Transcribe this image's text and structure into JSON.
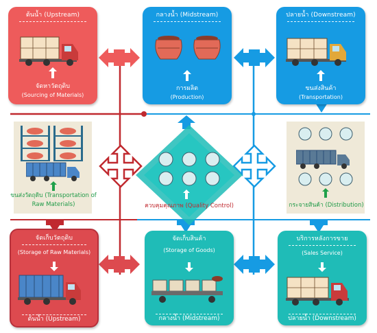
{
  "upstream_top": {
    "header": "ต้นน้ำ (Upstream)",
    "label_th": "จัดหาวัตถุดิบ",
    "label_en": "(Sourcing of Materials)"
  },
  "midstream_top": {
    "header": "กลางน้ำ (Midstream)",
    "label_th": "การผลิต",
    "label_en": "(Production)"
  },
  "downstream_top": {
    "header": "ปลายน้ำ (Downstream)",
    "label_th": "ขนส่งสินค้า",
    "label_en": "(Transportation)"
  },
  "left_side": {
    "label": "ขนส่งวัตถุดิบ (Transportation of Raw Materials)"
  },
  "center": {
    "label": "ควบคุมคุณภาพ (Quality Control)"
  },
  "right_side": {
    "label": "กระจายสินค้า (Distribution)"
  },
  "upstream_bottom": {
    "label_th": "จัดเก็บวัตถุดิบ",
    "label_en": "(Storage of Raw Materials)",
    "footer": "ต้นน้ำ (Upstream)"
  },
  "midstream_bottom": {
    "label_th": "จัดเก็บสินค้า",
    "label_en": "(Storage of Goods)",
    "footer": "กลางน้ำ (Midstream)"
  },
  "downstream_bottom": {
    "label_th": "บริการหลังการขาย",
    "label_en": "(Sales Service)",
    "footer": "ปลายน้ำ (Downstream)"
  },
  "colors": {
    "red": "#ee5b5b",
    "dark_red": "#c0292f",
    "blue": "#169be3",
    "teal": "#1fbcb7"
  }
}
